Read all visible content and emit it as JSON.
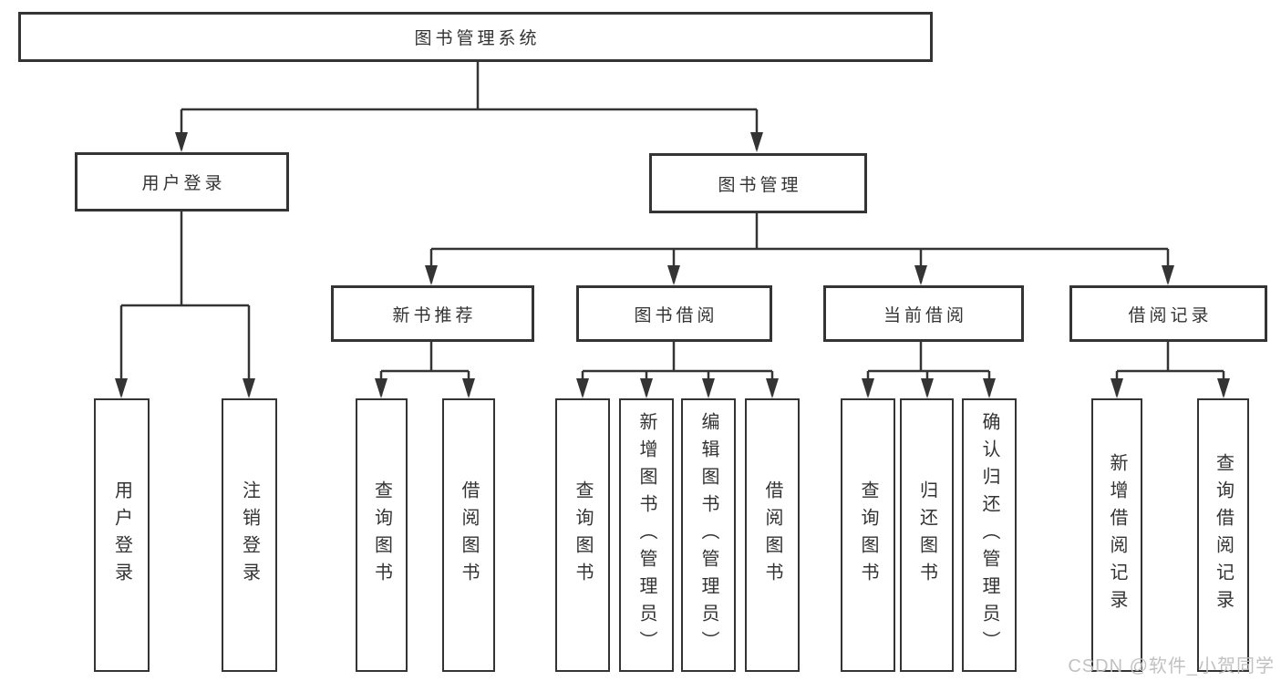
{
  "diagram": {
    "root": {
      "label": "图书管理系统"
    },
    "level2": [
      {
        "label": "用户登录"
      },
      {
        "label": "图书管理"
      }
    ],
    "level3": [
      {
        "label": "新书推荐"
      },
      {
        "label": "图书借阅"
      },
      {
        "label": "当前借阅"
      },
      {
        "label": "借阅记录"
      }
    ],
    "leaves": [
      {
        "label": "用户登录"
      },
      {
        "label": "注销登录"
      },
      {
        "label": "查询图书"
      },
      {
        "label": "借阅图书"
      },
      {
        "label": "查询图书"
      },
      {
        "label": "新增图书（管理员）"
      },
      {
        "label": "编辑图书（管理员）"
      },
      {
        "label": "借阅图书"
      },
      {
        "label": "查询图书"
      },
      {
        "label": "归还图书"
      },
      {
        "label": "确认归还（管理员）"
      },
      {
        "label": "新增借阅记录"
      },
      {
        "label": "查询借阅记录"
      }
    ],
    "colors": {
      "line": "#343434",
      "box_border": "#343434",
      "text": "#333333",
      "background": "#ffffff",
      "watermark": "#bebebe"
    }
  },
  "watermark": {
    "text": "CSDN @软件_小贺同学"
  }
}
